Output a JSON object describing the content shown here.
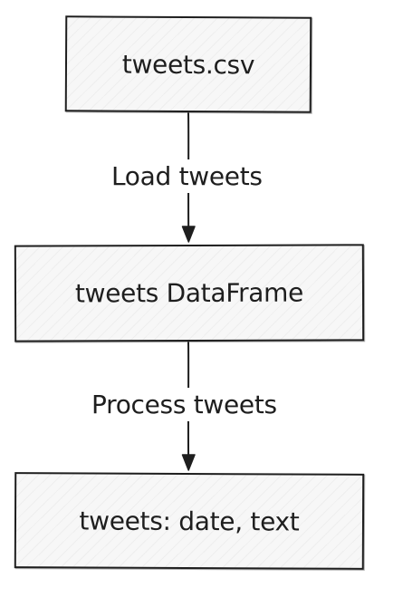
{
  "nodes": {
    "source": "tweets.csv",
    "dataframe": "tweets DataFrame",
    "output": "tweets: date, text"
  },
  "edges": {
    "load": "Load tweets",
    "process": "Process tweets"
  },
  "colors": {
    "stroke": "#1e1e1e",
    "node_fill": "#f7f7f7",
    "background": "#ffffff"
  }
}
